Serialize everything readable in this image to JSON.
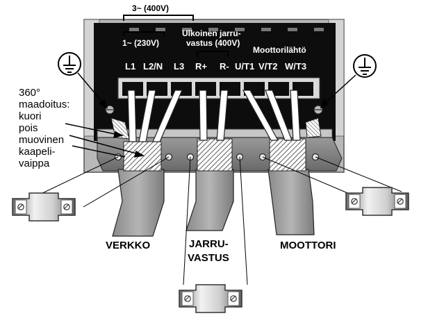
{
  "voltage_labels": {
    "three_phase": "3~ (400V)",
    "single_phase": "1~ (230V)"
  },
  "brake_supply": {
    "line1": "Ulkoinen jarru-",
    "line2": "vastus (400V)"
  },
  "motor_output": "Moottorilähtö",
  "terminals": [
    "L1",
    "L2/N",
    "L3",
    "R+",
    "R-",
    "U/T1",
    "V/T2",
    "W/T3"
  ],
  "grounding_note": [
    "360°",
    "maadoitus:",
    "kuori",
    "pois",
    "muovinen",
    "kaapeli-",
    "vaippa"
  ],
  "cable_labels": {
    "mains": "VERKKO",
    "brake": [
      "JARRU-",
      "VASTUS"
    ],
    "motor": "MOOTTORI"
  },
  "icons": {
    "left_ground": "ground-icon",
    "right_ground": "ground-icon",
    "clamps": [
      "cable-clamp-icon",
      "cable-clamp-icon",
      "cable-clamp-icon"
    ]
  }
}
